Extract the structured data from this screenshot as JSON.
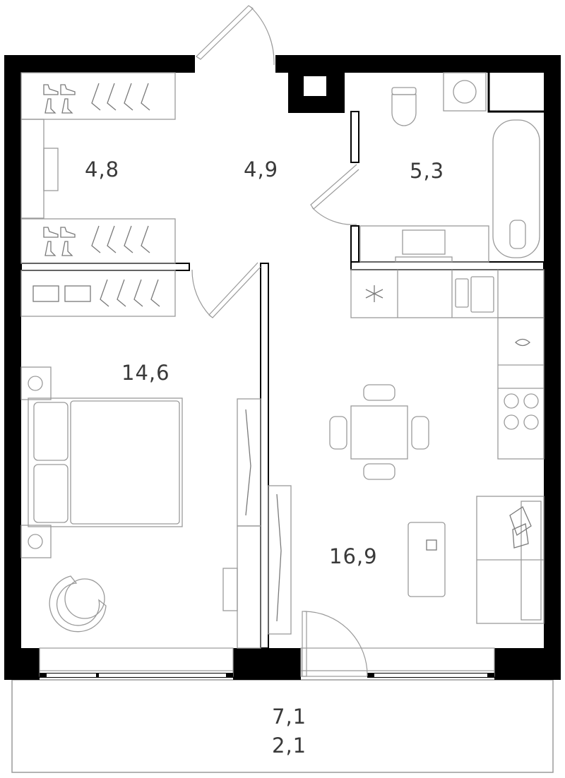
{
  "rooms": {
    "wardrobe": {
      "area": "4,8"
    },
    "hall": {
      "area": "4,9"
    },
    "bathroom": {
      "area": "5,3"
    },
    "bedroom": {
      "area": "14,6"
    },
    "living_kitchen": {
      "area": "16,9"
    },
    "balcony": {
      "area": "7,1",
      "area_reduced": "2,1"
    }
  },
  "colors": {
    "wall": "#000000",
    "furniture": "#9a9a9a",
    "text": "#3a3a3a"
  }
}
